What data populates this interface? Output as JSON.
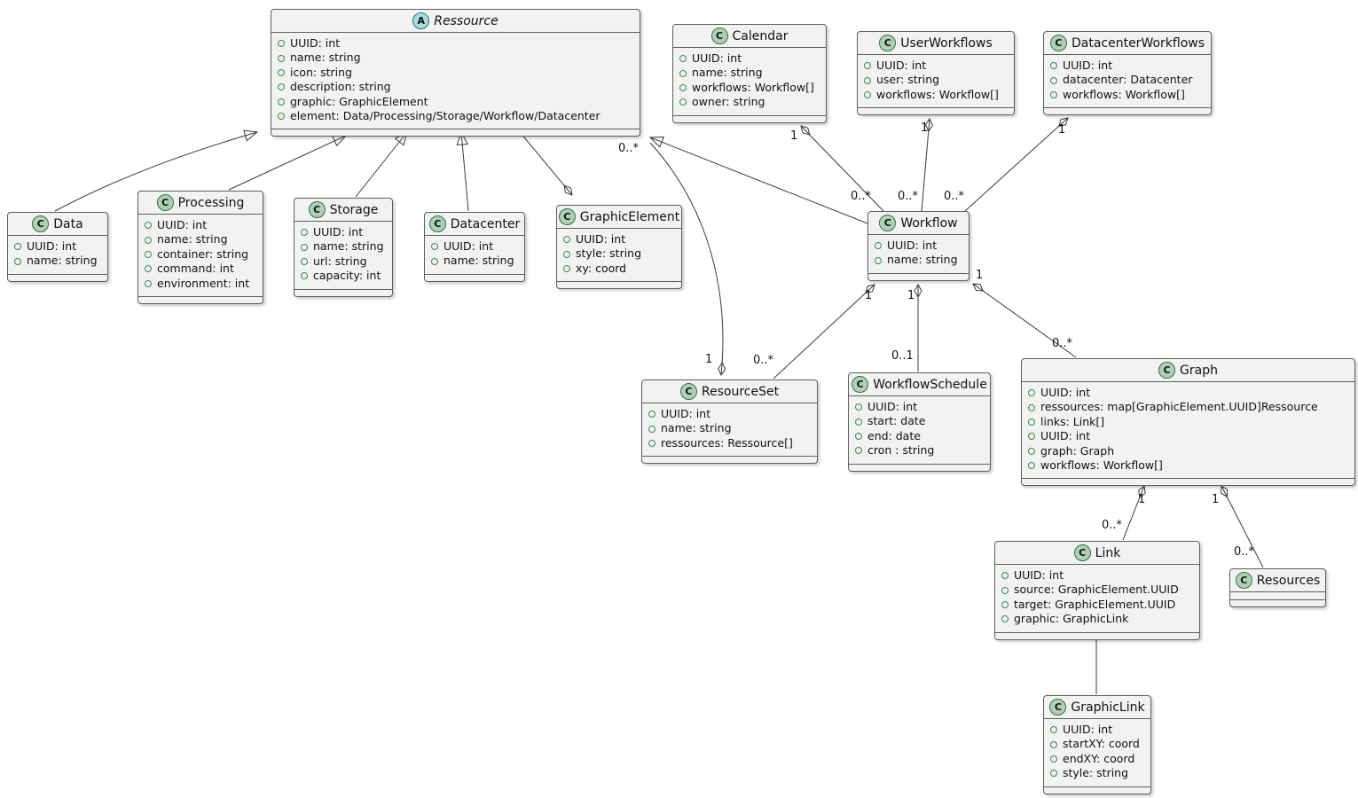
{
  "diagram": {
    "type": "uml-class-diagram",
    "icon_letters": {
      "class": "C",
      "abstract": "A"
    },
    "colors": {
      "box_fill": "#f2f2f2",
      "box_border": "#5f5f5f",
      "class_icon_bg": "#ADD1B2",
      "abstract_icon_bg": "#A9DCDF",
      "field_marker_green": "#2f8f46",
      "edge": "#3a3a3a"
    }
  },
  "classes": {
    "ressource": {
      "kind": "abstract",
      "name": "Ressource",
      "attributes": [
        "UUID: int",
        "name: string",
        "icon: string",
        "description: string",
        "graphic: GraphicElement",
        "element: Data/Processing/Storage/Workflow/Datacenter"
      ]
    },
    "calendar": {
      "kind": "class",
      "name": "Calendar",
      "attributes": [
        "UUID: int",
        "name: string",
        "workflows: Workflow[]",
        "owner: string"
      ]
    },
    "userworkflows": {
      "kind": "class",
      "name": "UserWorkflows",
      "attributes": [
        "UUID: int",
        "user: string",
        "workflows: Workflow[]"
      ]
    },
    "datacenterworkflows": {
      "kind": "class",
      "name": "DatacenterWorkflows",
      "attributes": [
        "UUID: int",
        "datacenter: Datacenter",
        "workflows: Workflow[]"
      ]
    },
    "data": {
      "kind": "class",
      "name": "Data",
      "attributes": [
        "UUID: int",
        "name: string"
      ]
    },
    "processing": {
      "kind": "class",
      "name": "Processing",
      "attributes": [
        "UUID: int",
        "name: string",
        "container: string",
        "command: int",
        "environment: int"
      ]
    },
    "storage": {
      "kind": "class",
      "name": "Storage",
      "attributes": [
        "UUID: int",
        "name: string",
        "url: string",
        "capacity: int"
      ]
    },
    "datacenter": {
      "kind": "class",
      "name": "Datacenter",
      "attributes": [
        "UUID: int",
        "name: string"
      ]
    },
    "graphicelement": {
      "kind": "class",
      "name": "GraphicElement",
      "attributes": [
        "UUID: int",
        "style: string",
        "xy: coord"
      ]
    },
    "workflow": {
      "kind": "class",
      "name": "Workflow",
      "attributes": [
        "UUID: int",
        "name: string"
      ]
    },
    "resourceset": {
      "kind": "class",
      "name": "ResourceSet",
      "attributes": [
        "UUID: int",
        "name: string",
        "ressources: Ressource[]"
      ]
    },
    "workflowschedule": {
      "kind": "class",
      "name": "WorkflowSchedule",
      "attributes": [
        "UUID: int",
        "start: date",
        "end: date",
        "cron : string"
      ]
    },
    "graph": {
      "kind": "class",
      "name": "Graph",
      "attributes": [
        "UUID: int",
        "ressources: map[GraphicElement.UUID]Ressource",
        "links: Link[]",
        "UUID: int",
        "graph: Graph",
        "workflows: Workflow[]"
      ]
    },
    "link": {
      "kind": "class",
      "name": "Link",
      "attributes": [
        "UUID: int",
        "source: GraphicElement.UUID",
        "target: GraphicElement.UUID",
        "graphic: GraphicLink"
      ]
    },
    "resources": {
      "kind": "class",
      "name": "Resources",
      "attributes": []
    },
    "graphiclink": {
      "kind": "class",
      "name": "GraphicLink",
      "attributes": [
        "UUID: int",
        "startXY: coord",
        "endXY: coord",
        "style: string"
      ]
    }
  },
  "multiplicities": {
    "ressource_resourceset": {
      "ressource_end": "0..*",
      "resourceset_end": "1"
    },
    "calendar_workflow": {
      "calendar_end": "1",
      "workflow_end": "0..*"
    },
    "userworkflows_workflow": {
      "userworkflows_end": "1",
      "workflow_end": "0..*"
    },
    "datacenterworkflows_workflow": {
      "datacenterworkflows_end": "1",
      "workflow_end": "0..*"
    },
    "workflow_resourceset": {
      "workflow_end": "1",
      "resourceset_end": "0..*"
    },
    "workflow_workflowschedule": {
      "workflow_end": "1",
      "schedule_end": "0..1"
    },
    "workflow_graph": {
      "workflow_end": "1",
      "graph_end": "0..*"
    },
    "graph_link": {
      "graph_end": "1",
      "link_end": "0..*"
    },
    "graph_resources": {
      "graph_end": "1",
      "resources_end": "0..*"
    }
  }
}
